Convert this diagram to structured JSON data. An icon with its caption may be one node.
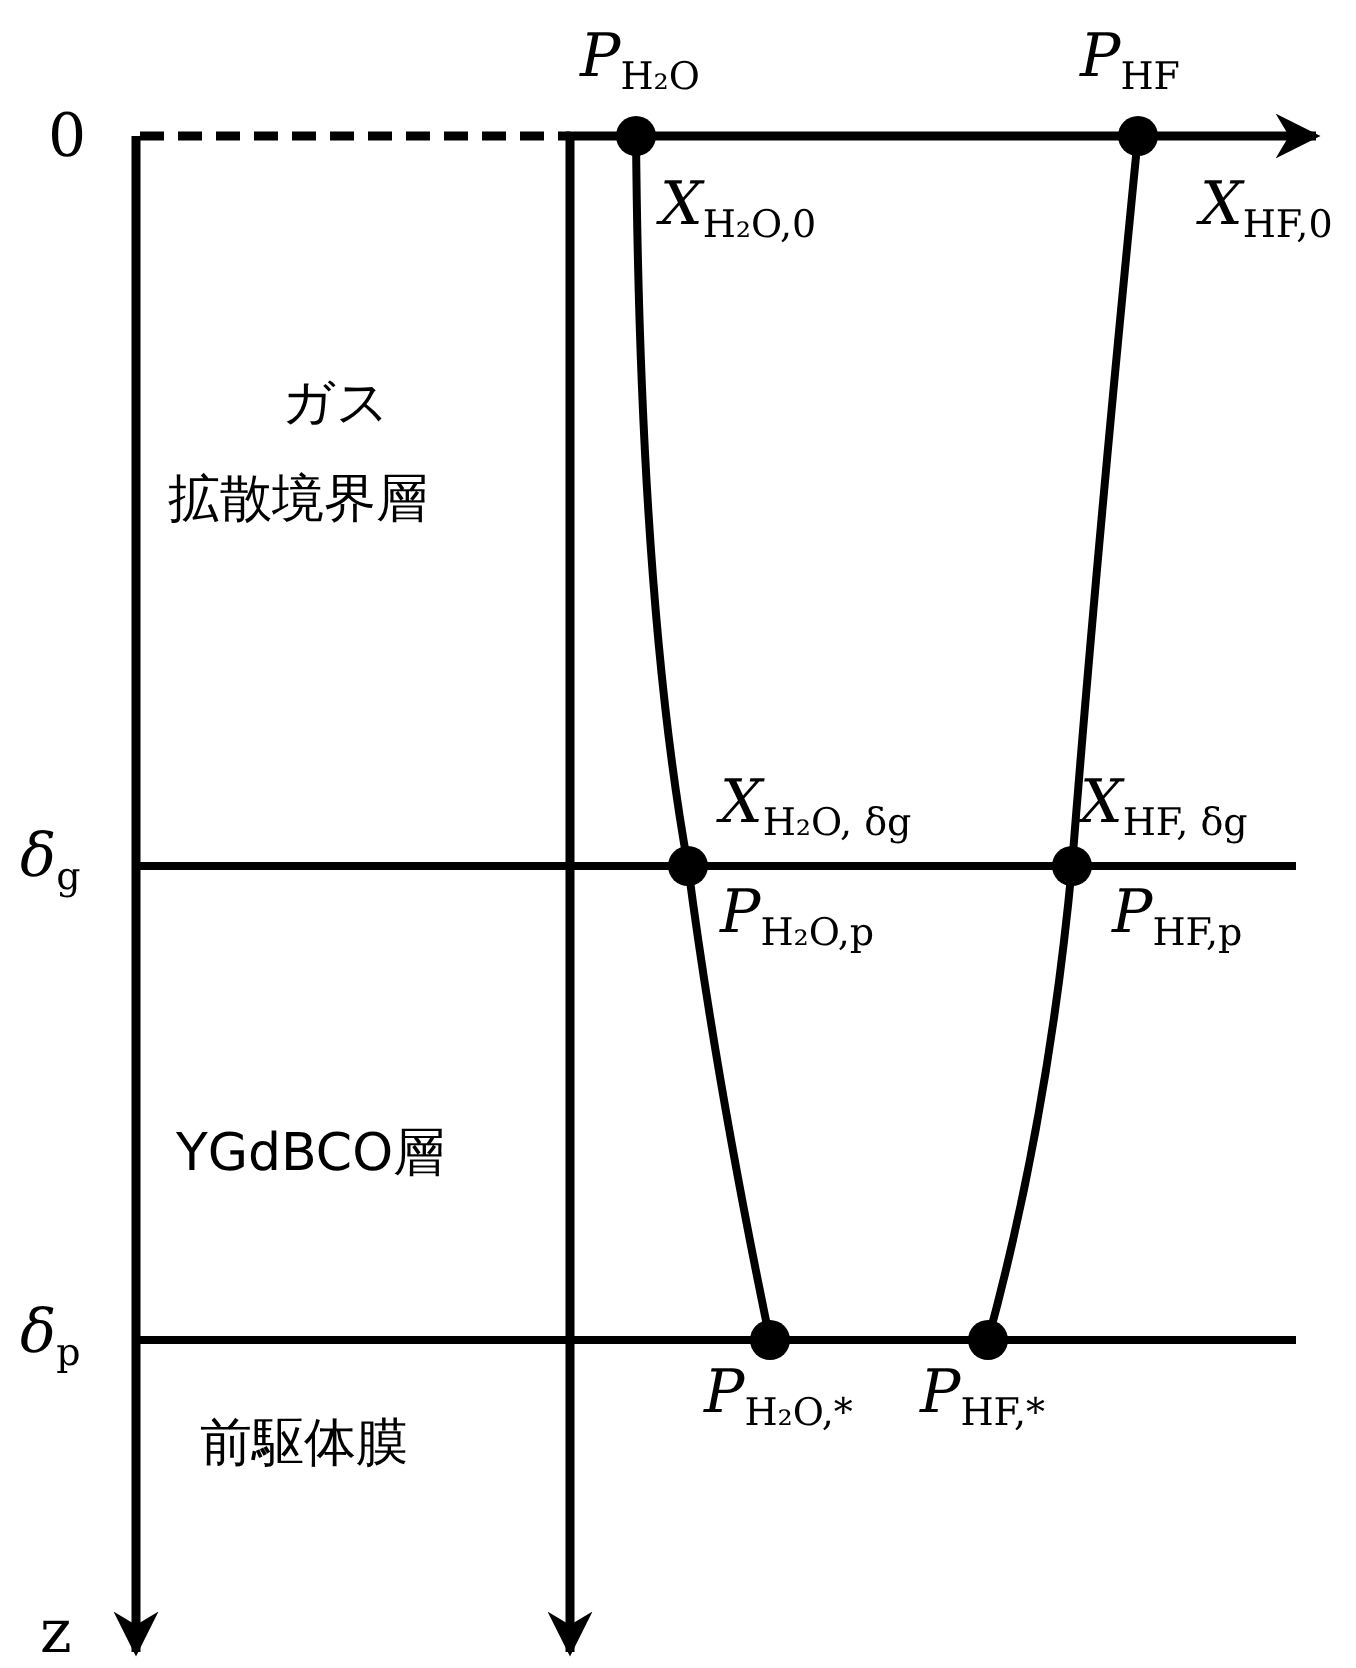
{
  "diagram": {
    "labels": [
      "*P*$_{H₂O}$",
      "*P*$_{HF}$",
      "0",
      "*X*$_{H₂O,0}$",
      "*X*$_{HF,0}$",
      "ガス",
      "拡散境界層",
      "*X*$_{H₂O, δ}$$_{g}$",
      "*X*$_{HF, δ}$$_{g}$",
      "*δ*$_{g}$",
      "*P*$_{H₂O,p}$",
      "*P*$_{HF,p}$",
      "YGdBCO層",
      "*δ*$_{p}$",
      "*P*$_{H₂O,*}$",
      "*P*$_{HF,*}$",
      "前駆体膜",
      "z"
    ]
  }
}
